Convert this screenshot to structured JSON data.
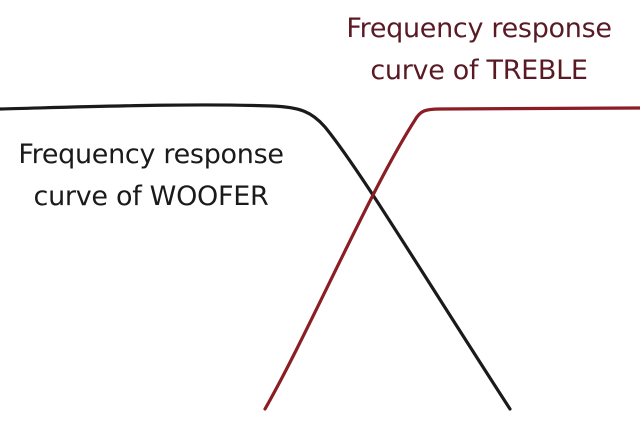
{
  "diagram": {
    "background": "#ffffff",
    "woofer": {
      "label_lines": [
        "Frequency response",
        "curve of WOOFER"
      ],
      "label_color": "#1a1a1a",
      "curve_color": "#1a1a1a"
    },
    "treble": {
      "label_lines": [
        "Frequency response",
        "curve of TREBLE"
      ],
      "label_color": "#5a1a24",
      "curve_color": "#8b1d24"
    }
  }
}
